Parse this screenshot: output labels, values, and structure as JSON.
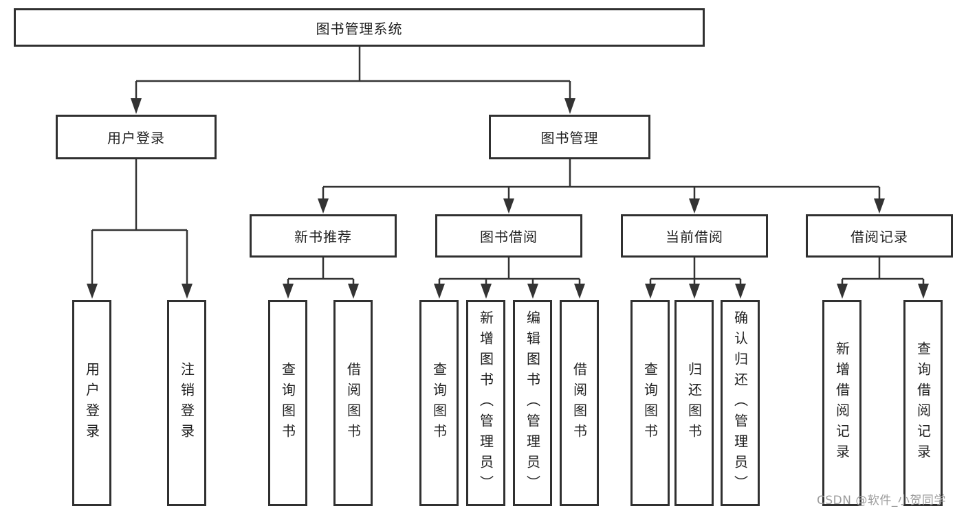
{
  "diagram": {
    "root": "图书管理系统",
    "user_login": {
      "label": "用户登录",
      "leaves": [
        "用户登录",
        "注销登录"
      ]
    },
    "book_mgmt": {
      "label": "图书管理",
      "sections": [
        {
          "label": "新书推荐",
          "leaves": [
            "查询图书",
            "借阅图书"
          ]
        },
        {
          "label": "图书借阅",
          "leaves": [
            "查询图书",
            "新增图书（管理员）",
            "编辑图书（管理员）",
            "借阅图书"
          ]
        },
        {
          "label": "当前借阅",
          "leaves": [
            "查询图书",
            "归还图书",
            "确认归还（管理员）"
          ]
        },
        {
          "label": "借阅记录",
          "leaves": [
            "新增借阅记录",
            "查询借阅记录"
          ]
        }
      ]
    }
  },
  "watermark": "CSDN @软件_小贺同学",
  "colors": {
    "line": "#333333",
    "border": "#303030",
    "text": "#1f1f1f",
    "box_background": "#ffffff",
    "watermark": "#9c9c9c"
  }
}
